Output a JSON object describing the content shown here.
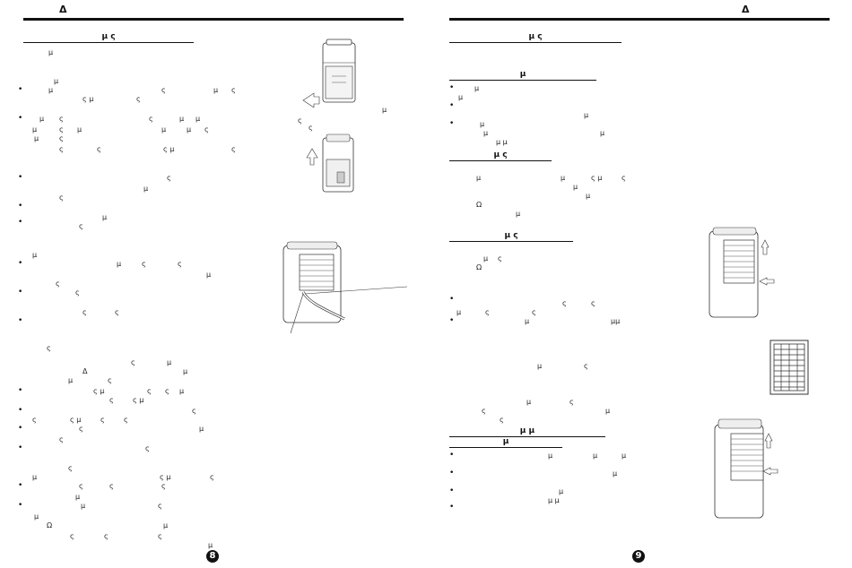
{
  "left_page": {
    "header_mark": "Δ",
    "section_title": "μ ς",
    "page_number": "8",
    "fragments": [
      "μ",
      "μ",
      "μ",
      "ς μ",
      "ς",
      "ς",
      "μ",
      "ς",
      "μ",
      "ς",
      "μ",
      "ς",
      "μ",
      "ς",
      "μ",
      "μ",
      "ς",
      "μ",
      "μ",
      "μ",
      "ς",
      "ς",
      "ς μ",
      "ς",
      "ς",
      "μ",
      "ς",
      "μ",
      "ς",
      "μ",
      "ς",
      "μ",
      "ς",
      "ς",
      "μ",
      "ς",
      "ς",
      "ς",
      "ς",
      "ς",
      "Δ",
      "μ",
      "ς",
      "μ",
      "ς μ",
      "ς",
      "μ",
      "ς",
      "ς μ",
      "ς",
      "ς",
      "μ",
      "ς",
      "ς μ",
      "ς",
      "ς",
      "ς",
      "μ",
      "ς",
      "ς",
      "ς",
      "ς",
      "ς μ",
      "ς",
      "μ",
      "ς",
      "ς",
      "ς",
      "μ",
      "μ",
      "ς",
      "μ",
      "Ω",
      "ς",
      "ς",
      "μ",
      "ς",
      "μ",
      "ς",
      "ς",
      "μ"
    ]
  },
  "right_page": {
    "header_mark": "Δ",
    "sections": [
      {
        "title": "μ ς"
      },
      {
        "title": "μ"
      },
      {
        "title": "μ ς"
      },
      {
        "title": "μ ς"
      },
      {
        "title": "μ μ"
      },
      {
        "title": "μ"
      }
    ],
    "page_number": "9",
    "fragments": [
      "μ",
      "μ",
      "μ",
      "μ",
      "μ",
      "μ",
      "μ μ",
      "μ",
      "μ",
      "ς μ",
      "ς",
      "μ",
      "μ",
      "Ω",
      "μ",
      "μ",
      "ς",
      "Ω",
      "ς",
      "ς",
      "μ",
      "ς",
      "ς",
      "μ",
      "μμ",
      "μ",
      "ς",
      "μ",
      "ς",
      "ς",
      "μ",
      "ς",
      "μ",
      "μ",
      "μ",
      "μ",
      "μ",
      "μ μ"
    ]
  }
}
